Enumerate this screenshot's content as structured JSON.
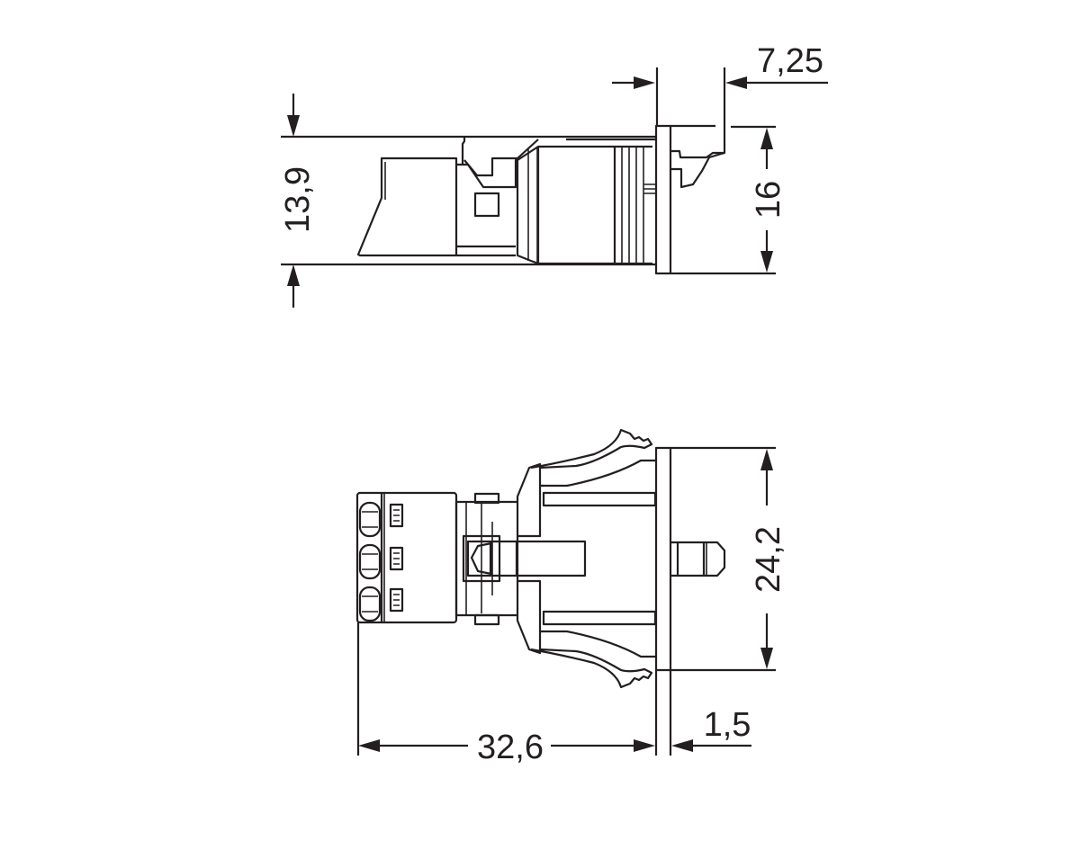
{
  "drawing": {
    "dimensions": {
      "top_view_height": "13,9",
      "top_view_panel_height": "16",
      "top_view_latch_offset": "7,25",
      "front_view_height": "24,2",
      "front_view_length": "32,6",
      "panel_thickness": "1,5"
    },
    "line_color": "#231f20",
    "background": "#ffffff"
  }
}
